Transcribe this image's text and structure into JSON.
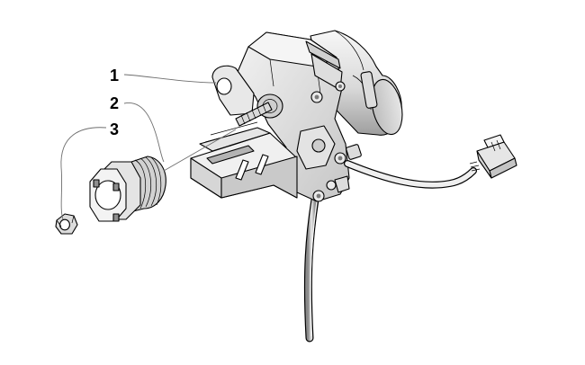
{
  "callouts": [
    {
      "number": "1",
      "part": "actuator-assembly"
    },
    {
      "number": "2",
      "part": "threaded-collar"
    },
    {
      "number": "3",
      "part": "nut"
    }
  ],
  "colors": {
    "background": "#ffffff",
    "part_light": "#efefef",
    "part_mid": "#d4d4d4",
    "part_dark": "#a9a9a9",
    "outline": "#000000",
    "leader": "#6e6e6e"
  }
}
